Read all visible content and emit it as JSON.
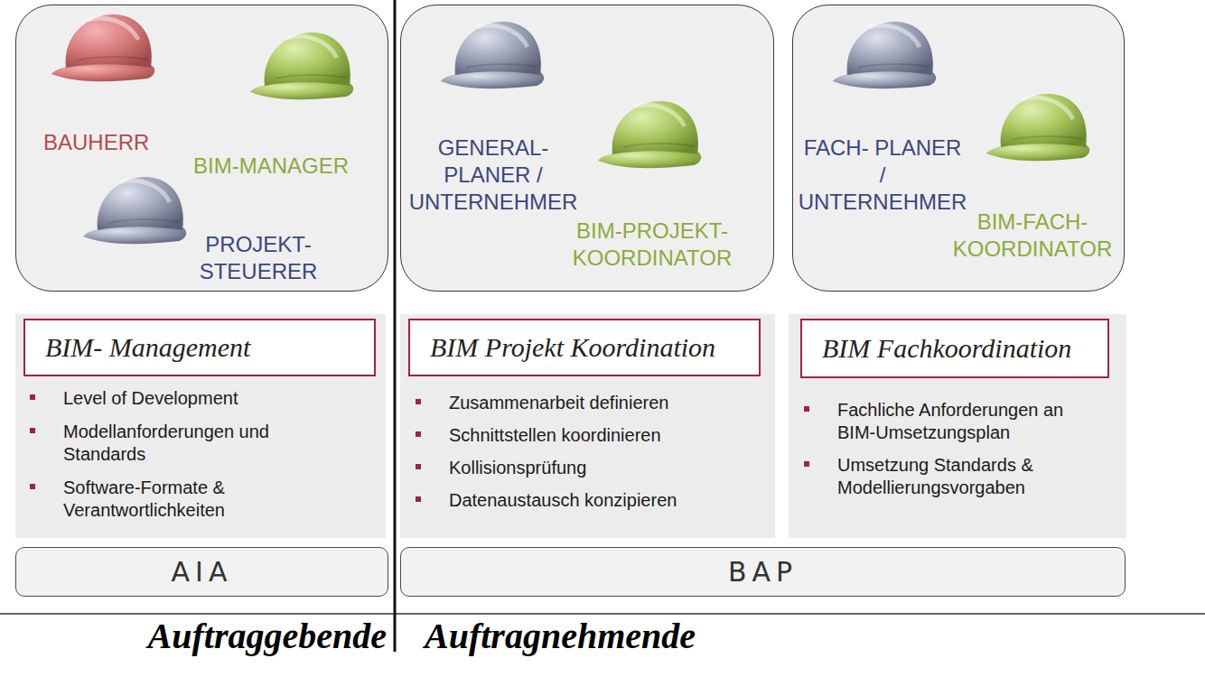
{
  "diagram": {
    "nodes": [
      {
        "text": [
          "BAUHERR",
          "BIM-MANAGER",
          "PROJEKT- STEUERER"
        ]
      },
      {
        "text": [
          "GENERAL- PLANER / UNTERNEHMER",
          "BIM-PROJEKT- KOORDINATOR"
        ]
      },
      {
        "text": [
          "FACH- PLANER / UNTERNEHMER",
          "BIM-FACH- KOORDINATOR"
        ]
      },
      {
        "text": [
          "Level of Development",
          "Modellanforderungen und Standards",
          "Software-Formate & Verantwortlichkeiten"
        ]
      },
      {
        "text": [
          "BIM- Management"
        ],
        "in": 3
      },
      {
        "text": [
          "Zusammenarbeit definieren",
          "Schnittstellen koordinieren",
          "Kollisionsprüfung",
          "Datenaustausch konzipieren"
        ]
      },
      {
        "text": [
          "BIM Projekt Koordination"
        ],
        "in": 5
      },
      {
        "text": [
          "Fachliche Anforderungen an BIM-Umsetzungsplan",
          "Umsetzung Standards & Modellierungsvorgaben"
        ]
      },
      {
        "text": [
          "BIM Fachkoordination"
        ],
        "in": 7
      },
      {
        "text": [
          "AIA"
        ]
      },
      {
        "text": [
          "BAP"
        ]
      }
    ],
    "labels": [
      "Auftraggebende",
      "Auftragnehmende"
    ]
  }
}
